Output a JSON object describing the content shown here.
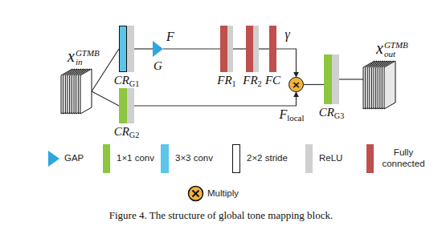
{
  "diagram": {
    "caption": "Figure 4. The structure of global tone mapping block.",
    "nodes": [
      {
        "text": [
          "xinGTMB"
        ]
      },
      {
        "text": [
          "CRG1"
        ]
      },
      {
        "text": [
          "CRG2"
        ]
      },
      {
        "text": [
          "G"
        ]
      },
      {
        "text": [
          "FR1"
        ]
      },
      {
        "text": [
          "FR2"
        ]
      },
      {
        "text": [
          "FC"
        ]
      },
      {
        "text": [
          "×"
        ]
      },
      {
        "text": [
          "CRG3"
        ]
      },
      {
        "text": [
          "xoutGTMB"
        ]
      }
    ],
    "edges": [
      {
        "from": 0,
        "to": 1,
        "arrow": "none"
      },
      {
        "from": 0,
        "to": 2,
        "arrow": "none"
      },
      {
        "from": 1,
        "to": 3,
        "arrow": "none"
      },
      {
        "from": 3,
        "to": 4,
        "arrow": "none",
        "label": "F"
      },
      {
        "from": 4,
        "to": 5,
        "arrow": "none"
      },
      {
        "from": 5,
        "to": 6,
        "arrow": "none"
      },
      {
        "from": 6,
        "to": 7,
        "arrow": "to",
        "label": "γ"
      },
      {
        "from": 2,
        "to": 7,
        "arrow": "to",
        "label": "Flocal"
      },
      {
        "from": 7,
        "to": 8,
        "arrow": "none"
      },
      {
        "from": 8,
        "to": 9,
        "arrow": "none"
      }
    ],
    "legend": [
      {
        "text": "GAP"
      },
      {
        "text": "1×1 conv",
        "color": "#8dc63f"
      },
      {
        "text": "3×3 conv",
        "color": "#5bc5ea"
      },
      {
        "text": "2×2 stride"
      },
      {
        "text": "ReLU",
        "color": "#d0d0d0"
      },
      {
        "text": "Fully connected",
        "color": "#c0504d"
      },
      {
        "text": "Multiply"
      }
    ]
  }
}
